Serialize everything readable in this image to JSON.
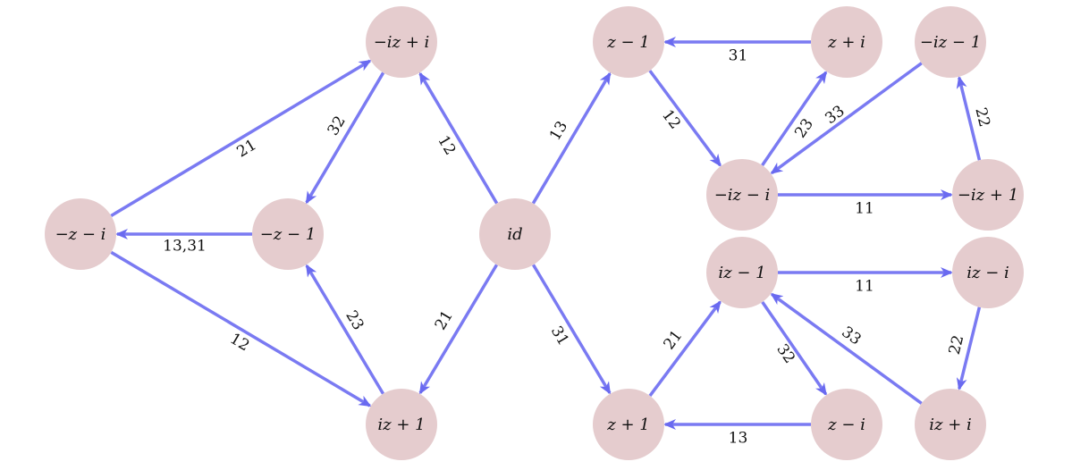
{
  "diagram": {
    "nodes": [
      {
        "id": "n_mzi",
        "label": "−z − i"
      },
      {
        "id": "n_mz1",
        "label": "−z − 1"
      },
      {
        "id": "n_miz_pi",
        "label": "−iz + i"
      },
      {
        "id": "n_iz1",
        "label": "iz + 1"
      },
      {
        "id": "n_id",
        "label": "id"
      },
      {
        "id": "n_z_m1",
        "label": "z − 1"
      },
      {
        "id": "n_z_p1",
        "label": "z + 1"
      },
      {
        "id": "n_z_pi",
        "label": "z + i"
      },
      {
        "id": "n_miz_mi",
        "label": "−iz − i"
      },
      {
        "id": "n_miz_m1",
        "label": "−iz − 1"
      },
      {
        "id": "n_miz_p1",
        "label": "−iz + 1"
      },
      {
        "id": "n_iz_m1",
        "label": "iz − 1"
      },
      {
        "id": "n_iz_mi",
        "label": "iz − i"
      },
      {
        "id": "n_z_mi",
        "label": "z − i"
      },
      {
        "id": "n_iz_pi",
        "label": "iz + i"
      }
    ],
    "edges": [
      {
        "from": "n_mzi",
        "to": "n_miz_pi",
        "label": "21"
      },
      {
        "from": "n_mz1",
        "to": "n_mzi",
        "label": "13,31"
      },
      {
        "from": "n_mzi",
        "to": "n_iz1",
        "label": "12"
      },
      {
        "from": "n_miz_pi",
        "to": "n_mz1",
        "label": "32"
      },
      {
        "from": "n_iz1",
        "to": "n_mz1",
        "label": "23"
      },
      {
        "from": "n_id",
        "to": "n_miz_pi",
        "label": "12"
      },
      {
        "from": "n_id",
        "to": "n_iz1",
        "label": "21"
      },
      {
        "from": "n_id",
        "to": "n_z_m1",
        "label": "13"
      },
      {
        "from": "n_id",
        "to": "n_z_p1",
        "label": "31"
      },
      {
        "from": "n_z_pi",
        "to": "n_z_m1",
        "label": "31"
      },
      {
        "from": "n_z_m1",
        "to": "n_miz_mi",
        "label": "12"
      },
      {
        "from": "n_miz_mi",
        "to": "n_z_pi",
        "label": "23"
      },
      {
        "from": "n_miz_m1",
        "to": "n_miz_mi",
        "label": "33"
      },
      {
        "from": "n_miz_p1",
        "to": "n_miz_m1",
        "label": "22"
      },
      {
        "from": "n_miz_mi",
        "to": "n_miz_p1",
        "label": "11"
      },
      {
        "from": "n_iz_m1",
        "to": "n_iz_mi",
        "label": "11"
      },
      {
        "from": "n_z_p1",
        "to": "n_iz_m1",
        "label": "21"
      },
      {
        "from": "n_iz_m1",
        "to": "n_z_mi",
        "label": "32"
      },
      {
        "from": "n_iz_pi",
        "to": "n_iz_m1",
        "label": "33"
      },
      {
        "from": "n_iz_mi",
        "to": "n_iz_pi",
        "label": "22"
      },
      {
        "from": "n_z_mi",
        "to": "n_z_p1",
        "label": "13"
      }
    ]
  },
  "colors": {
    "node_fill": "#e5ccce",
    "edge": "#7a7af2",
    "text": "#111111"
  }
}
